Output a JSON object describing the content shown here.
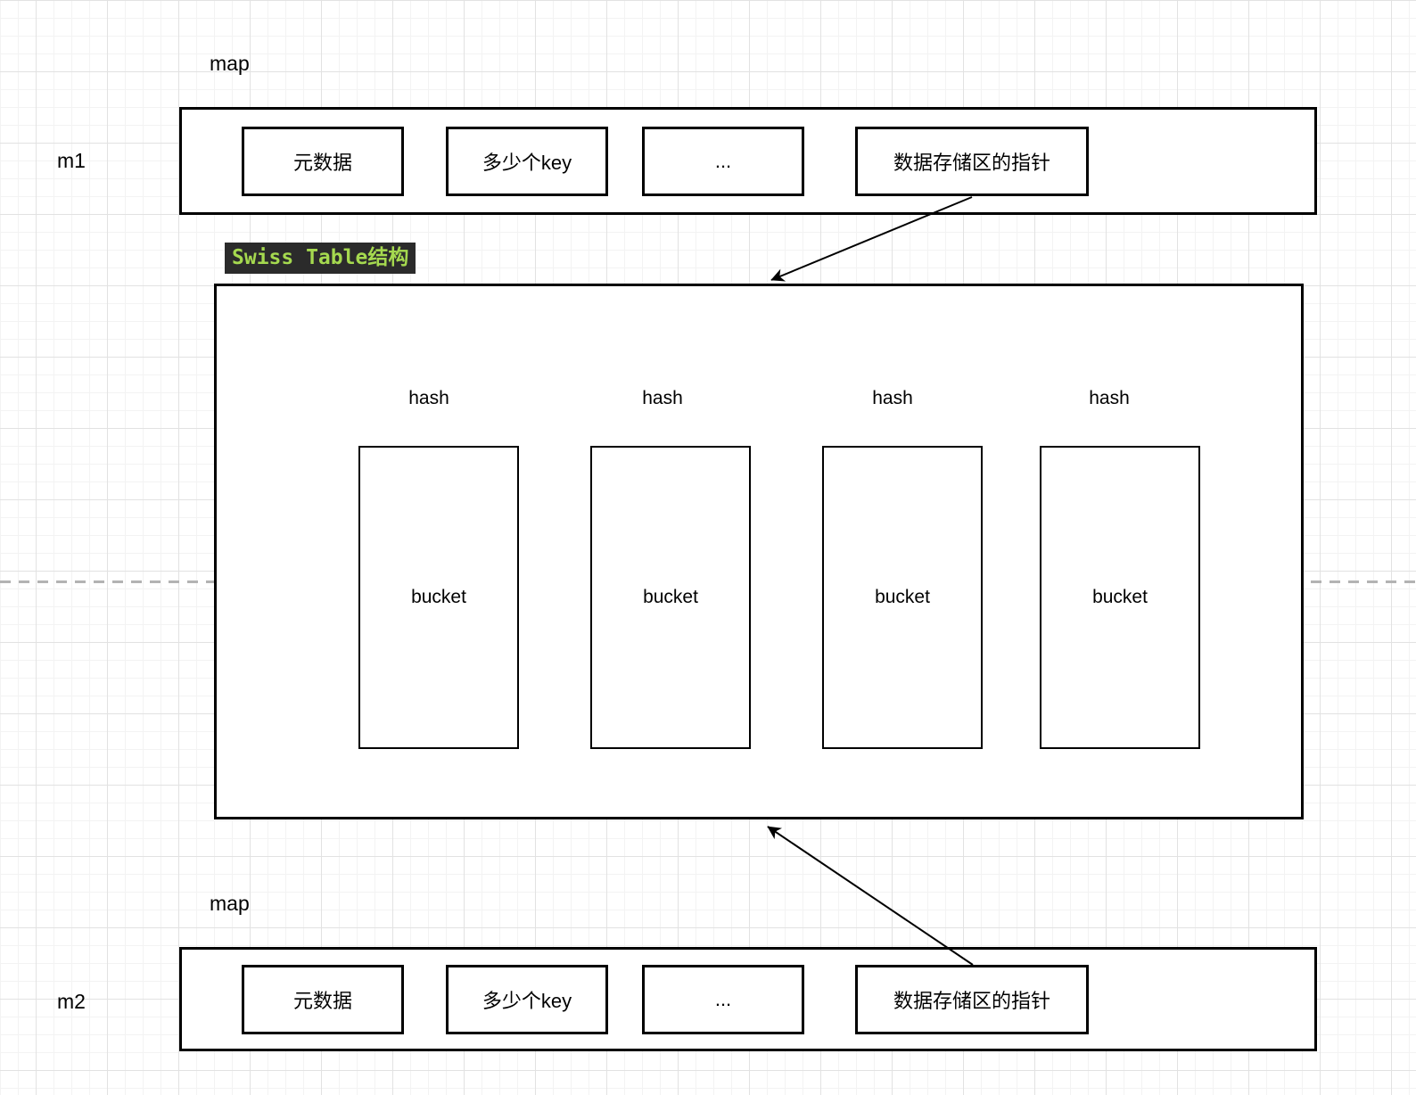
{
  "m1": {
    "map_label": "map",
    "name": "m1",
    "cells": [
      "元数据",
      "多少个key",
      "...",
      "数据存储区的指针"
    ]
  },
  "swiss_table": {
    "title": "Swiss Table结构",
    "hash_labels": [
      "hash",
      "hash",
      "hash",
      "hash"
    ],
    "bucket_labels": [
      "bucket",
      "bucket",
      "bucket",
      "bucket"
    ]
  },
  "m2": {
    "map_label": "map",
    "name": "m2",
    "cells": [
      "元数据",
      "多少个key",
      "...",
      "数据存储区的指针"
    ]
  },
  "colors": {
    "title_bg": "#2b2b2b",
    "title_text": "#a5d94f",
    "shape_stroke": "#000000",
    "dashed_guide": "#b3b3b3",
    "grid_minor": "#f3f3f3",
    "grid_major": "#e2e2e2"
  }
}
